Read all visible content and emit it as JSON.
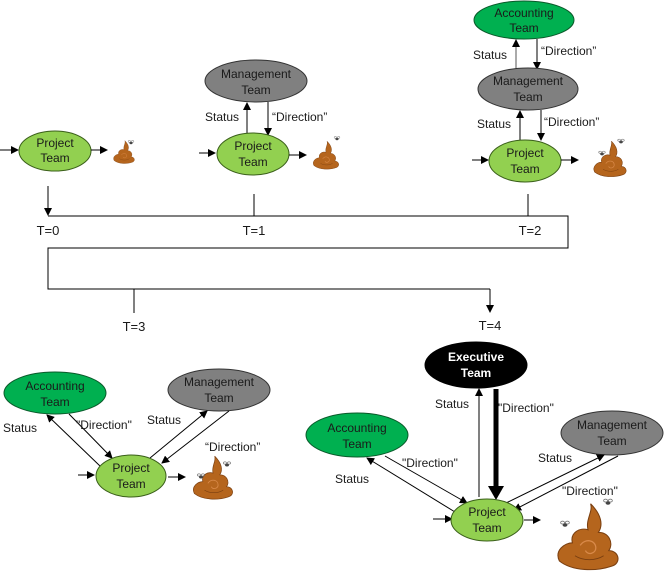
{
  "colors": {
    "project": "#92d050",
    "accounting": "#00b050",
    "management": "#808080",
    "executive": "#000000",
    "poop": "#b5651d",
    "line": "#000000"
  },
  "labels": {
    "project": [
      "Project",
      "Team"
    ],
    "management": [
      "Management",
      "Team"
    ],
    "accounting": [
      "Accounting",
      "Team"
    ],
    "executive": [
      "Executive",
      "Team"
    ],
    "status": "Status",
    "direction": "“Direction”",
    "direction_straight": "\"Direction\""
  },
  "timeline": {
    "ticks": [
      "T=0",
      "T=1",
      "T=2",
      "T=3",
      "T=4"
    ]
  },
  "stages": [
    {
      "time": "T=0",
      "teams": [
        "Project Team"
      ],
      "output": "poop-icon"
    },
    {
      "time": "T=1",
      "teams": [
        "Management Team",
        "Project Team"
      ],
      "output": "poop-icon"
    },
    {
      "time": "T=2",
      "teams": [
        "Accounting Team",
        "Management Team",
        "Project Team"
      ],
      "output": "poop-icon"
    },
    {
      "time": "T=3",
      "teams": [
        "Accounting Team",
        "Management Team",
        "Project Team"
      ],
      "output": "poop-icon"
    },
    {
      "time": "T=4",
      "teams": [
        "Executive Team",
        "Accounting Team",
        "Management Team",
        "Project Team"
      ],
      "output": "poop-icon"
    }
  ]
}
